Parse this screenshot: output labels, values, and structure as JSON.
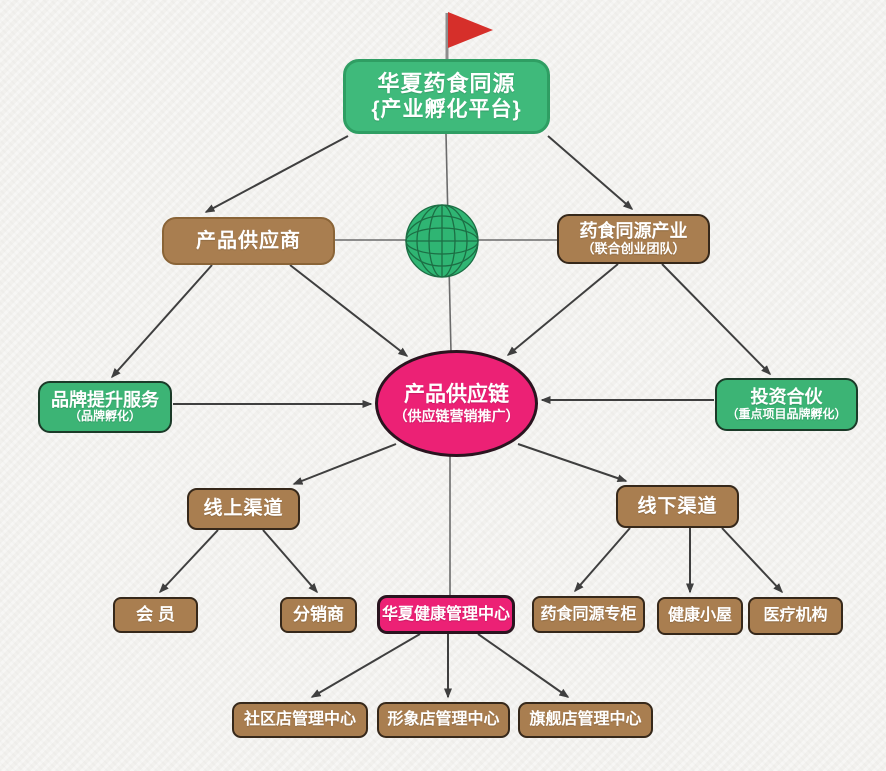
{
  "colors": {
    "background": "#f2f1ee",
    "green": "#3fba7b",
    "green_border_dark": "#1b3a28",
    "brown": "#a97e50",
    "brown_border_dark": "#36281a",
    "pink": "#ec2175",
    "arrow": "#3f3f3f",
    "flag_red": "#d62f2a",
    "globe_green": "#2fb573",
    "text": "#ffffff"
  },
  "icons": {
    "flag": "flag-icon",
    "globe": "globe-icon"
  },
  "nodes": {
    "platform": {
      "label": "华夏药食同源",
      "sublabel": "{产业孵化平台}"
    },
    "supplier": {
      "label": "产品供应商"
    },
    "industry": {
      "label": "药食同源产业",
      "sublabel": "（联合创业团队）"
    },
    "supply_chain": {
      "label": "产品供应链",
      "sublabel": "（供应链营销推广）"
    },
    "brand_service": {
      "label": "品牌提升服务",
      "sublabel": "（品牌孵化）"
    },
    "investment": {
      "label": "投资合伙",
      "sublabel": "（重点项目品牌孵化）"
    },
    "online_channel": {
      "label": "线上渠道"
    },
    "offline_channel": {
      "label": "线下渠道"
    },
    "member": {
      "label": "会 员"
    },
    "distributor": {
      "label": "分销商"
    },
    "health_center": {
      "label": "华夏健康管理中心"
    },
    "herbal_counter": {
      "label": "药食同源专柜"
    },
    "health_hut": {
      "label": "健康小屋"
    },
    "medical_org": {
      "label": "医疗机构"
    },
    "community_store": {
      "label": "社区店管理中心"
    },
    "image_store": {
      "label": "形象店管理中心"
    },
    "flagship_store": {
      "label": "旗舰店管理中心"
    }
  }
}
